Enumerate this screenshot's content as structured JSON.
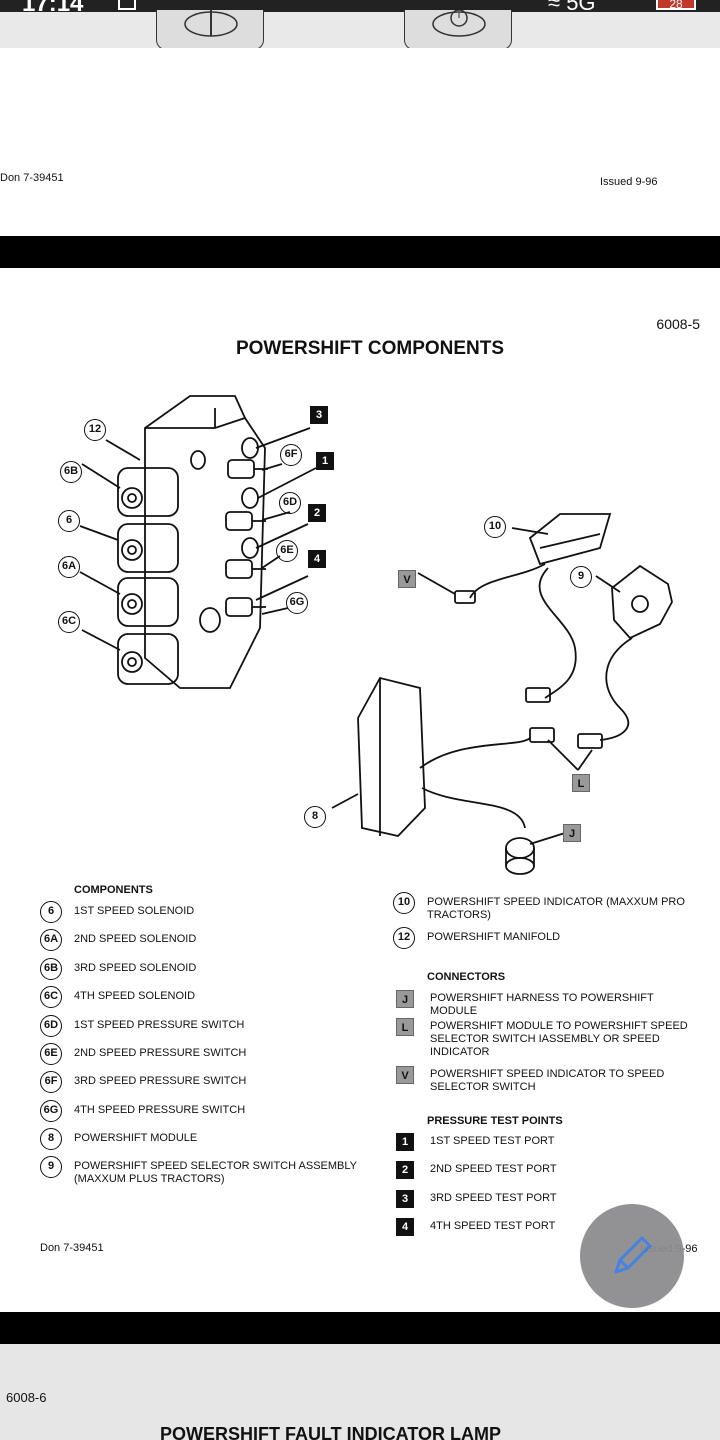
{
  "status_bar": {
    "time": "17:14",
    "network": "5G",
    "battery": "28"
  },
  "prev_page": {
    "doc_code": "Don 7-39451",
    "issued": "Issued 9-96"
  },
  "page": {
    "page_number": "6008-5",
    "title": "POWERSHIFT COMPONENTS",
    "diagram_callouts": {
      "c12": "12",
      "c6b": "6B",
      "c6": "6",
      "c6a": "6A",
      "c6c": "6C",
      "c3": "3",
      "c6f": "6F",
      "c1": "1",
      "c6d": "6D",
      "c2": "2",
      "c6e": "6E",
      "c4": "4",
      "c6g": "6G",
      "c10": "10",
      "c9": "9",
      "cV": "V",
      "c8": "8",
      "cL": "L",
      "cJ": "J"
    },
    "components_heading": "COMPONENTS",
    "components": [
      {
        "code": "6",
        "label": "1ST SPEED SOLENOID"
      },
      {
        "code": "6A",
        "label": "2ND SPEED SOLENOID"
      },
      {
        "code": "6B",
        "label": "3RD SPEED SOLENOID"
      },
      {
        "code": "6C",
        "label": "4TH SPEED SOLENOID"
      },
      {
        "code": "6D",
        "label": "1ST SPEED PRESSURE SWITCH"
      },
      {
        "code": "6E",
        "label": "2ND SPEED PRESSURE SWITCH"
      },
      {
        "code": "6F",
        "label": "3RD SPEED PRESSURE SWITCH"
      },
      {
        "code": "6G",
        "label": "4TH SPEED PRESSURE SWITCH"
      },
      {
        "code": "8",
        "label": "POWERSHIFT MODULE"
      },
      {
        "code": "9",
        "label": "POWERSHIFT SPEED SELECTOR SWITCH ASSEMBLY (MAXXUM PLUS TRACTORS)"
      }
    ],
    "components_right": [
      {
        "code": "10",
        "label": "POWERSHIFT SPEED INDICATOR (MAXXUM PRO TRACTORS)"
      },
      {
        "code": "12",
        "label": "POWERSHIFT MANIFOLD"
      }
    ],
    "connectors_heading": "CONNECTORS",
    "connectors": [
      {
        "code": "J",
        "label": "POWERSHIFT HARNESS TO POWERSHIFT MODULE"
      },
      {
        "code": "L",
        "label": "POWERSHIFT MODULE TO POWERSHIFT SPEED SELECTOR SWITCH IASSEMBLY OR SPEED INDICATOR"
      },
      {
        "code": "V",
        "label": "POWERSHIFT SPEED INDICATOR TO SPEED SELECTOR SWITCH"
      }
    ],
    "test_points_heading": "PRESSURE TEST POINTS",
    "test_points": [
      {
        "code": "1",
        "label": "1ST SPEED TEST PORT"
      },
      {
        "code": "2",
        "label": "2ND SPEED TEST PORT"
      },
      {
        "code": "3",
        "label": "3RD SPEED TEST PORT"
      },
      {
        "code": "4",
        "label": "4TH SPEED TEST PORT"
      }
    ],
    "footer_left": "Don 7-39451",
    "footer_right": "Issued 9-96"
  },
  "next_page": {
    "page_number": "6008-6",
    "title": "POWERSHIFT FAULT INDICATOR LAMP"
  }
}
